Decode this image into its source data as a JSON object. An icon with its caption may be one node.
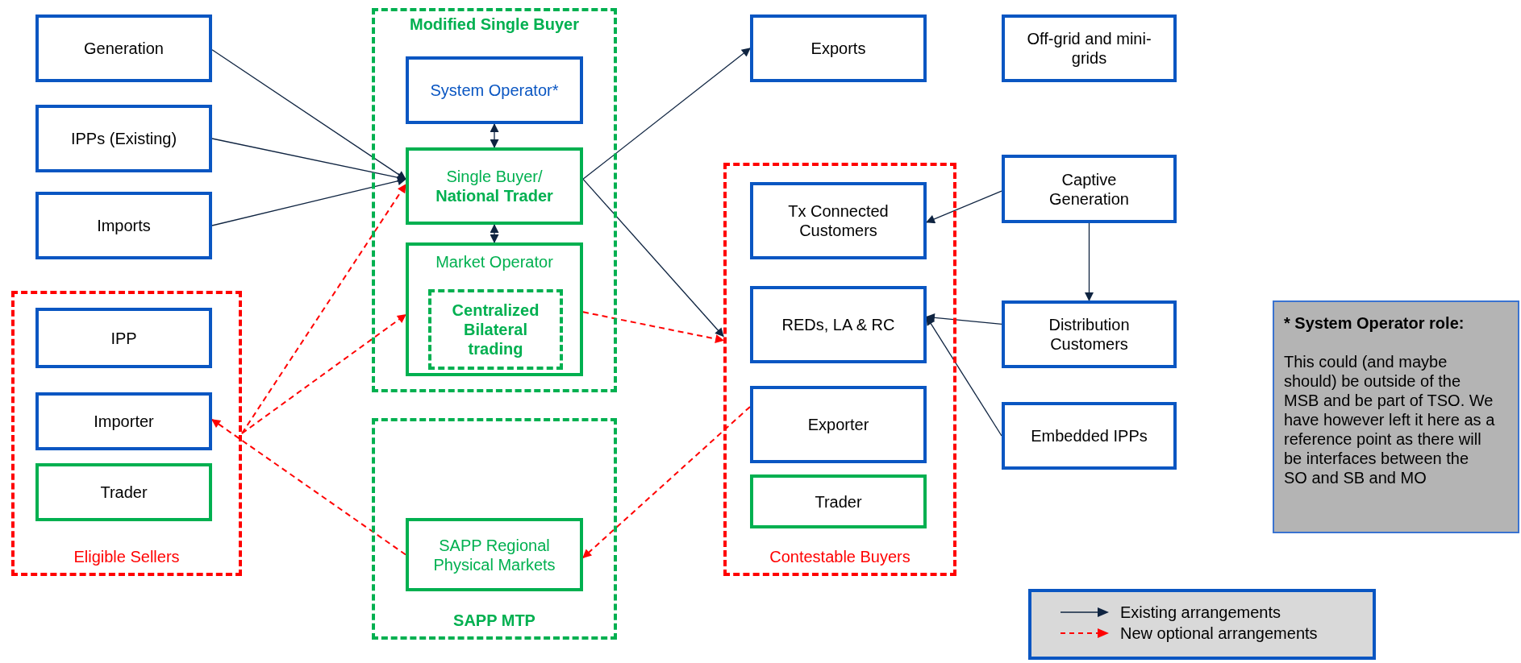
{
  "diagram": {
    "nodes": [
      {
        "text": [
          "Generation"
        ]
      },
      {
        "text": [
          "IPPs (Existing)"
        ]
      },
      {
        "text": [
          "Imports"
        ]
      },
      {
        "text": [
          "Eligible Sellers"
        ]
      },
      {
        "text": [
          "IPP"
        ],
        "in": 3
      },
      {
        "text": [
          "Importer"
        ],
        "in": 3
      },
      {
        "text": [
          "Trader"
        ],
        "in": 3
      },
      {
        "text": [
          "Modified Single Buyer"
        ]
      },
      {
        "text": [
          "System Operator*"
        ],
        "in": 7
      },
      {
        "text": [
          "Single Buyer/ **National Trader**"
        ],
        "in": 7
      },
      {
        "text": [
          "Market Operator"
        ],
        "in": 7
      },
      {
        "text": [
          "Centralized Bilateral trading"
        ],
        "in": 10
      },
      {
        "text": [
          "SAPP MTP"
        ]
      },
      {
        "text": [
          "SAPP Regional Physical Markets"
        ],
        "in": 12
      },
      {
        "text": [
          "Exports"
        ]
      },
      {
        "text": [
          "Off-grid and mini-grids"
        ]
      },
      {
        "text": [
          "Contestable Buyers"
        ]
      },
      {
        "text": [
          "Tx Connected Customers"
        ],
        "in": 16
      },
      {
        "text": [
          "REDs, LA & RC"
        ],
        "in": 16
      },
      {
        "text": [
          "Exporter"
        ],
        "in": 16
      },
      {
        "text": [
          "Trader"
        ],
        "in": 16
      },
      {
        "text": [
          "Captive Generation"
        ]
      },
      {
        "text": [
          "Distribution Customers"
        ]
      },
      {
        "text": [
          "Embedded IPPs"
        ]
      },
      {
        "text": [
          "* System Operator role:",
          "This could (and maybe should) be outside of the MSB and be part of TSO. We have however left it here as a reference point as there will be interfaces between the SO and SB and MO"
        ]
      }
    ],
    "edges": [
      {
        "from": 0,
        "to": 9,
        "arrow": "to"
      },
      {
        "from": 1,
        "to": 9,
        "arrow": "to"
      },
      {
        "from": 2,
        "to": 9,
        "arrow": "to"
      },
      {
        "from": 8,
        "to": 9,
        "arrow": "both"
      },
      {
        "from": 9,
        "to": 10,
        "arrow": "both"
      },
      {
        "from": 9,
        "to": 14,
        "arrow": "to"
      },
      {
        "from": 9,
        "to": 16,
        "arrow": "to"
      },
      {
        "from": 3,
        "to": 9,
        "arrow": "to",
        "style": "dashed",
        "color": "#ff0000"
      },
      {
        "from": 3,
        "to": 10,
        "arrow": "to",
        "style": "dashed",
        "color": "#ff0000"
      },
      {
        "from": 13,
        "to": 5,
        "arrow": "to",
        "style": "dashed",
        "color": "#ff0000"
      },
      {
        "from": 10,
        "to": 16,
        "arrow": "to",
        "style": "dashed",
        "color": "#ff0000"
      },
      {
        "from": 19,
        "to": 13,
        "arrow": "to",
        "style": "dashed",
        "color": "#ff0000"
      },
      {
        "from": 21,
        "to": 17,
        "arrow": "to"
      },
      {
        "from": 21,
        "to": 22,
        "arrow": "to"
      },
      {
        "from": 22,
        "to": 18,
        "arrow": "to"
      },
      {
        "from": 23,
        "to": 18,
        "arrow": "to"
      }
    ],
    "legend": [
      {
        "text": "Existing arrangements"
      },
      {
        "text": "New optional arrangements"
      }
    ]
  }
}
